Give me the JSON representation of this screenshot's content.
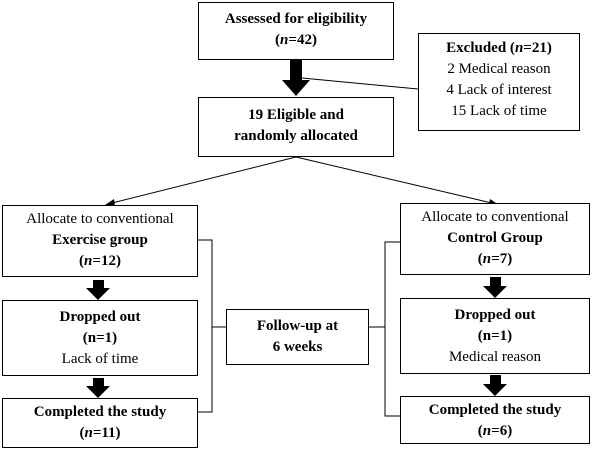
{
  "assessed": {
    "title": "Assessed for eligibility",
    "n_label": "n",
    "n_value": "=42)",
    "n_open": "("
  },
  "excluded": {
    "title_prefix": "Excluded (",
    "n_label": "n",
    "n_value": "=21)",
    "reasons": [
      "2 Medical reason",
      "4 Lack of interest",
      "15 Lack of time"
    ]
  },
  "eligible": {
    "line1": "19 Eligible and",
    "line2": "randomly allocated"
  },
  "exercise": {
    "line1": "Allocate to conventional",
    "group": "Exercise group",
    "n_open": "(",
    "n_label": "n",
    "n_value": "=12)"
  },
  "control": {
    "line1": "Allocate to conventional",
    "group": "Control Group",
    "n_open": "(",
    "n_label": "n",
    "n_value": "=7)"
  },
  "dropped_exercise": {
    "title": "Dropped out",
    "count": "(n=1)",
    "reason": "Lack of time"
  },
  "dropped_control": {
    "title": "Dropped out",
    "count": "(n=1)",
    "reason": "Medical reason"
  },
  "followup": {
    "line1": "Follow-up at",
    "line2": "6 weeks"
  },
  "completed_exercise": {
    "title": "Completed the study",
    "n_open": "(",
    "n_label": "n",
    "n_value": "=11)"
  },
  "completed_control": {
    "title": "Completed the study",
    "n_open": "(",
    "n_label": "n",
    "n_value": "=6)"
  }
}
